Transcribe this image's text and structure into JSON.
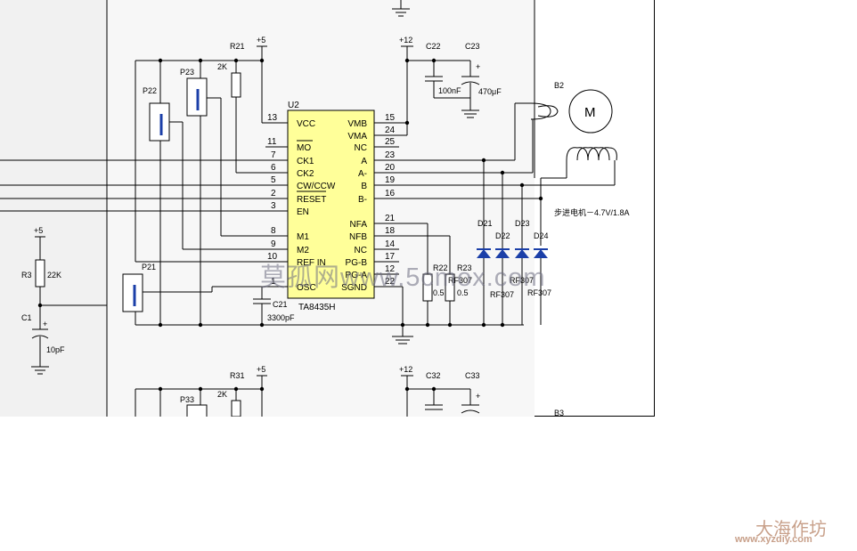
{
  "chip": {
    "ref": "U2",
    "part": "TA8435H"
  },
  "left_pins": [
    {
      "num": "13",
      "name": "VCC"
    },
    {
      "num": "11",
      "name": "MO"
    },
    {
      "num": "7",
      "name": "CK1"
    },
    {
      "num": "6",
      "name": "CK2"
    },
    {
      "num": "5",
      "name": "CW/CCW"
    },
    {
      "num": "2",
      "name": "RESET"
    },
    {
      "num": "3",
      "name": "EN"
    },
    {
      "num": "8",
      "name": "M1"
    },
    {
      "num": "9",
      "name": "M2"
    },
    {
      "num": "10",
      "name": "REF IN"
    },
    {
      "num": "1",
      "name": "OSC"
    }
  ],
  "right_pins": [
    {
      "num": "15",
      "name": "VMB"
    },
    {
      "num": "24",
      "name": "VMA"
    },
    {
      "num": "25",
      "name": "NC"
    },
    {
      "num": "23",
      "name": "A"
    },
    {
      "num": "20",
      "name": "A-"
    },
    {
      "num": "19",
      "name": "B"
    },
    {
      "num": "16",
      "name": "B-"
    },
    {
      "num": "21",
      "name": "NFA"
    },
    {
      "num": "18",
      "name": "NFB"
    },
    {
      "num": "14",
      "name": "NC"
    },
    {
      "num": "17",
      "name": "PG-B"
    },
    {
      "num": "12",
      "name": "PG-A"
    },
    {
      "num": "22",
      "name": "SGND"
    }
  ],
  "components": {
    "r21": {
      "ref": "R21",
      "value": "2K"
    },
    "r3": {
      "ref": "R3",
      "value": "22K"
    },
    "c1": {
      "ref": "C1",
      "value": "10pF"
    },
    "c21": {
      "ref": "C21",
      "value": "3300pF"
    },
    "c22": {
      "ref": "C22",
      "value": "100nF"
    },
    "c23": {
      "ref": "C23",
      "value": "470μF"
    },
    "r22": {
      "ref": "R22",
      "value": "0.5"
    },
    "r23": {
      "ref": "R23",
      "value": "0.5"
    },
    "p21": {
      "ref": "P21"
    },
    "p22": {
      "ref": "P22"
    },
    "p23": {
      "ref": "P23"
    },
    "d21": {
      "ref": "D21",
      "value": "RF307"
    },
    "d22": {
      "ref": "D22",
      "value": "RF307"
    },
    "d23": {
      "ref": "D23",
      "value": "RF307"
    },
    "d24": {
      "ref": "D24",
      "value": "RF307"
    },
    "motor": {
      "ref": "B2",
      "symbol": "M",
      "desc": "步进电机－4.7V/1.8A"
    },
    "r31": {
      "ref": "R31",
      "value": "2K"
    },
    "p33": {
      "ref": "P33"
    },
    "c32": {
      "ref": "C32"
    },
    "c33": {
      "ref": "C33"
    },
    "b3": {
      "ref": "B3"
    }
  },
  "supplies": {
    "v5": "+5",
    "v12": "+12",
    "plus": "+"
  },
  "watermark": "莫孤网www.5cmox.com",
  "brand": {
    "name": "大海作坊",
    "url": "www.xyzdiy.com"
  },
  "colors": {
    "chip_fill": "#ffff99",
    "diode": "#1b3fa8",
    "bg_shade": "#ececec",
    "wire": "#000000"
  }
}
